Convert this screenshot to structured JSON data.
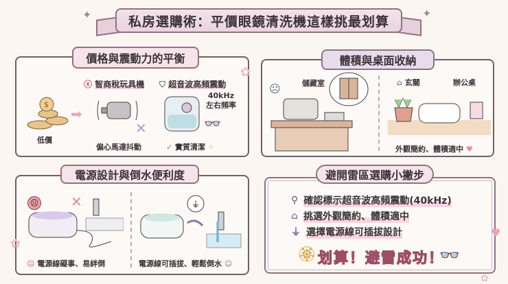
{
  "title": "私房選購術：平價眼鏡清洗機這樣挑最划算",
  "panels": {
    "price": {
      "title": "價格與震動力的平衡",
      "bad_label": "智商稅玩具機",
      "good_label": "超音波高頻震動",
      "low_price": "低價",
      "motor": "偏心馬達抖動",
      "freq": "40kHz",
      "freq2": "左右頻率",
      "clean": "實質清潔"
    },
    "size": {
      "title": "體積與桌面收納",
      "storage": "儲藏室",
      "entrance": "玄關",
      "desk": "辦公桌",
      "caption": "外觀簡約、體積適中"
    },
    "power": {
      "title": "電源設計與倒水便利度",
      "bad": "電源線礙事、易絆倒",
      "good": "電源線可插拔、輕鬆倒水"
    },
    "tips": {
      "title": "避開雷區選購小撇步",
      "items": [
        "確認標示超音波高頻震動(40kHz)",
        "挑選外觀簡約、體積適中",
        "選擇電源線可插拔設計"
      ],
      "final": "划算！避雷成功！"
    }
  },
  "colors": {
    "accent": "#f2c4d2",
    "border": "#6f6068",
    "lavender": "#e3d6ea"
  }
}
